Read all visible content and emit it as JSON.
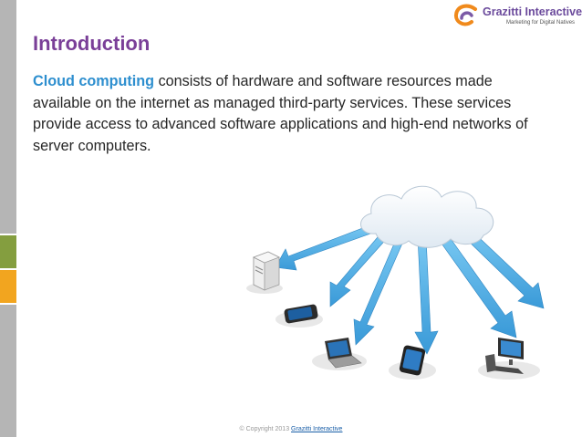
{
  "logo": {
    "brand": "Grazitti Interactive",
    "tagline": "Marketing for Digital Natives",
    "icon": "swirl-logo-icon"
  },
  "slide": {
    "title": "Introduction",
    "highlight": "Cloud computing",
    "body": " consists of hardware and software resources made available on the internet as managed third-party services. These services provide access to advanced software applications and high-end networks of server computers."
  },
  "diagram": {
    "icons": [
      "cloud-icon",
      "server-icon",
      "phone-icon",
      "laptop-icon",
      "smartphone-icon",
      "desktop-computer-icon"
    ]
  },
  "footer": {
    "copyright": "© Copyright 2013",
    "link": "Grazitti Interactive"
  },
  "colors": {
    "title": "#7a3f98",
    "highlight": "#2e8fcf",
    "sidebar_gray": "#a6a6a6",
    "sidebar_green": "#7f9b3c",
    "sidebar_orange": "#f0a020",
    "arrow_blue": "#55b3e8"
  }
}
